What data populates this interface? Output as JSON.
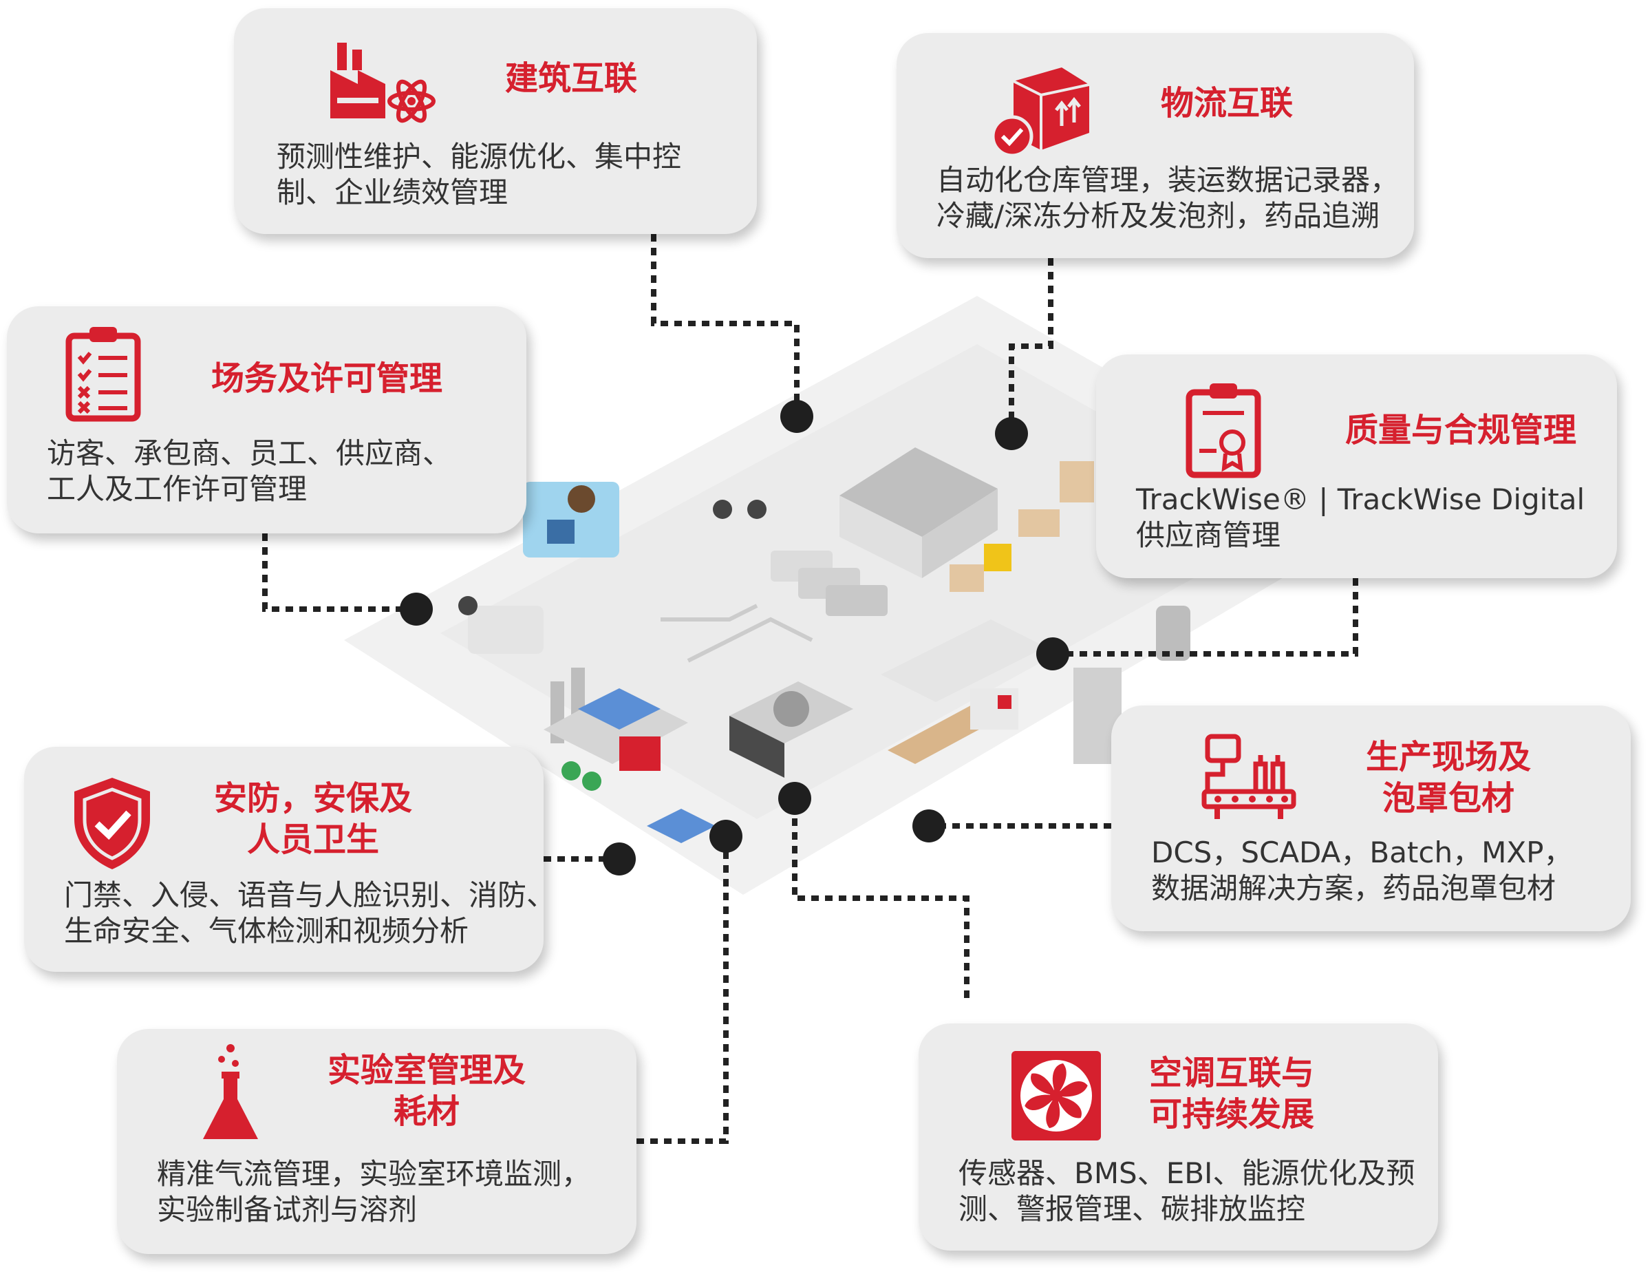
{
  "colors": {
    "accent": "#d6202e",
    "card_bg": "#ececec",
    "text": "#333333",
    "connector": "#222222"
  },
  "cards": [
    {
      "id": "building",
      "icon": "factory-atom-icon",
      "title": [
        "建筑互联"
      ],
      "desc": [
        "预测性维护、能源优化、集中控",
        "制、企业绩效管理"
      ]
    },
    {
      "id": "logistics",
      "icon": "package-check-icon",
      "title": [
        "物流互联"
      ],
      "desc": [
        "自动化仓库管理，装运数据记录器，",
        "冷藏/深冻分析及发泡剂，药品追溯"
      ]
    },
    {
      "id": "site",
      "icon": "clipboard-checklist-icon",
      "title": [
        "场务及许可管理"
      ],
      "desc": [
        "访客、承包商、员工、供应商、",
        "工人及工作许可管理"
      ]
    },
    {
      "id": "quality",
      "icon": "clipboard-certificate-icon",
      "title": [
        "质量与合规管理"
      ],
      "desc": [
        "TrackWise® | TrackWise Digital",
        "供应商管理"
      ]
    },
    {
      "id": "production",
      "icon": "production-line-icon",
      "title": [
        "生产现场及",
        "泡罩包材"
      ],
      "desc": [
        "DCS，SCADA，Batch，MXP，",
        "数据湖解决方案，药品泡罩包材"
      ]
    },
    {
      "id": "security",
      "icon": "shield-check-icon",
      "title": [
        "安防，安保及",
        "人员卫生"
      ],
      "desc": [
        "门禁、入侵、语音与人脸识别、消防、",
        "生命安全、气体检测和视频分析"
      ]
    },
    {
      "id": "lab",
      "icon": "flask-icon",
      "title": [
        "实验室管理及",
        "耗材"
      ],
      "desc": [
        "精准气流管理，实验室环境监测，",
        "实验制备试剂与溶剂"
      ]
    },
    {
      "id": "hvac",
      "icon": "fan-icon",
      "title": [
        "空调互联与",
        "可持续发展"
      ],
      "desc": [
        "传感器、BMS、EBI、能源优化及预",
        "测、警报管理、碳排放监控"
      ]
    }
  ]
}
